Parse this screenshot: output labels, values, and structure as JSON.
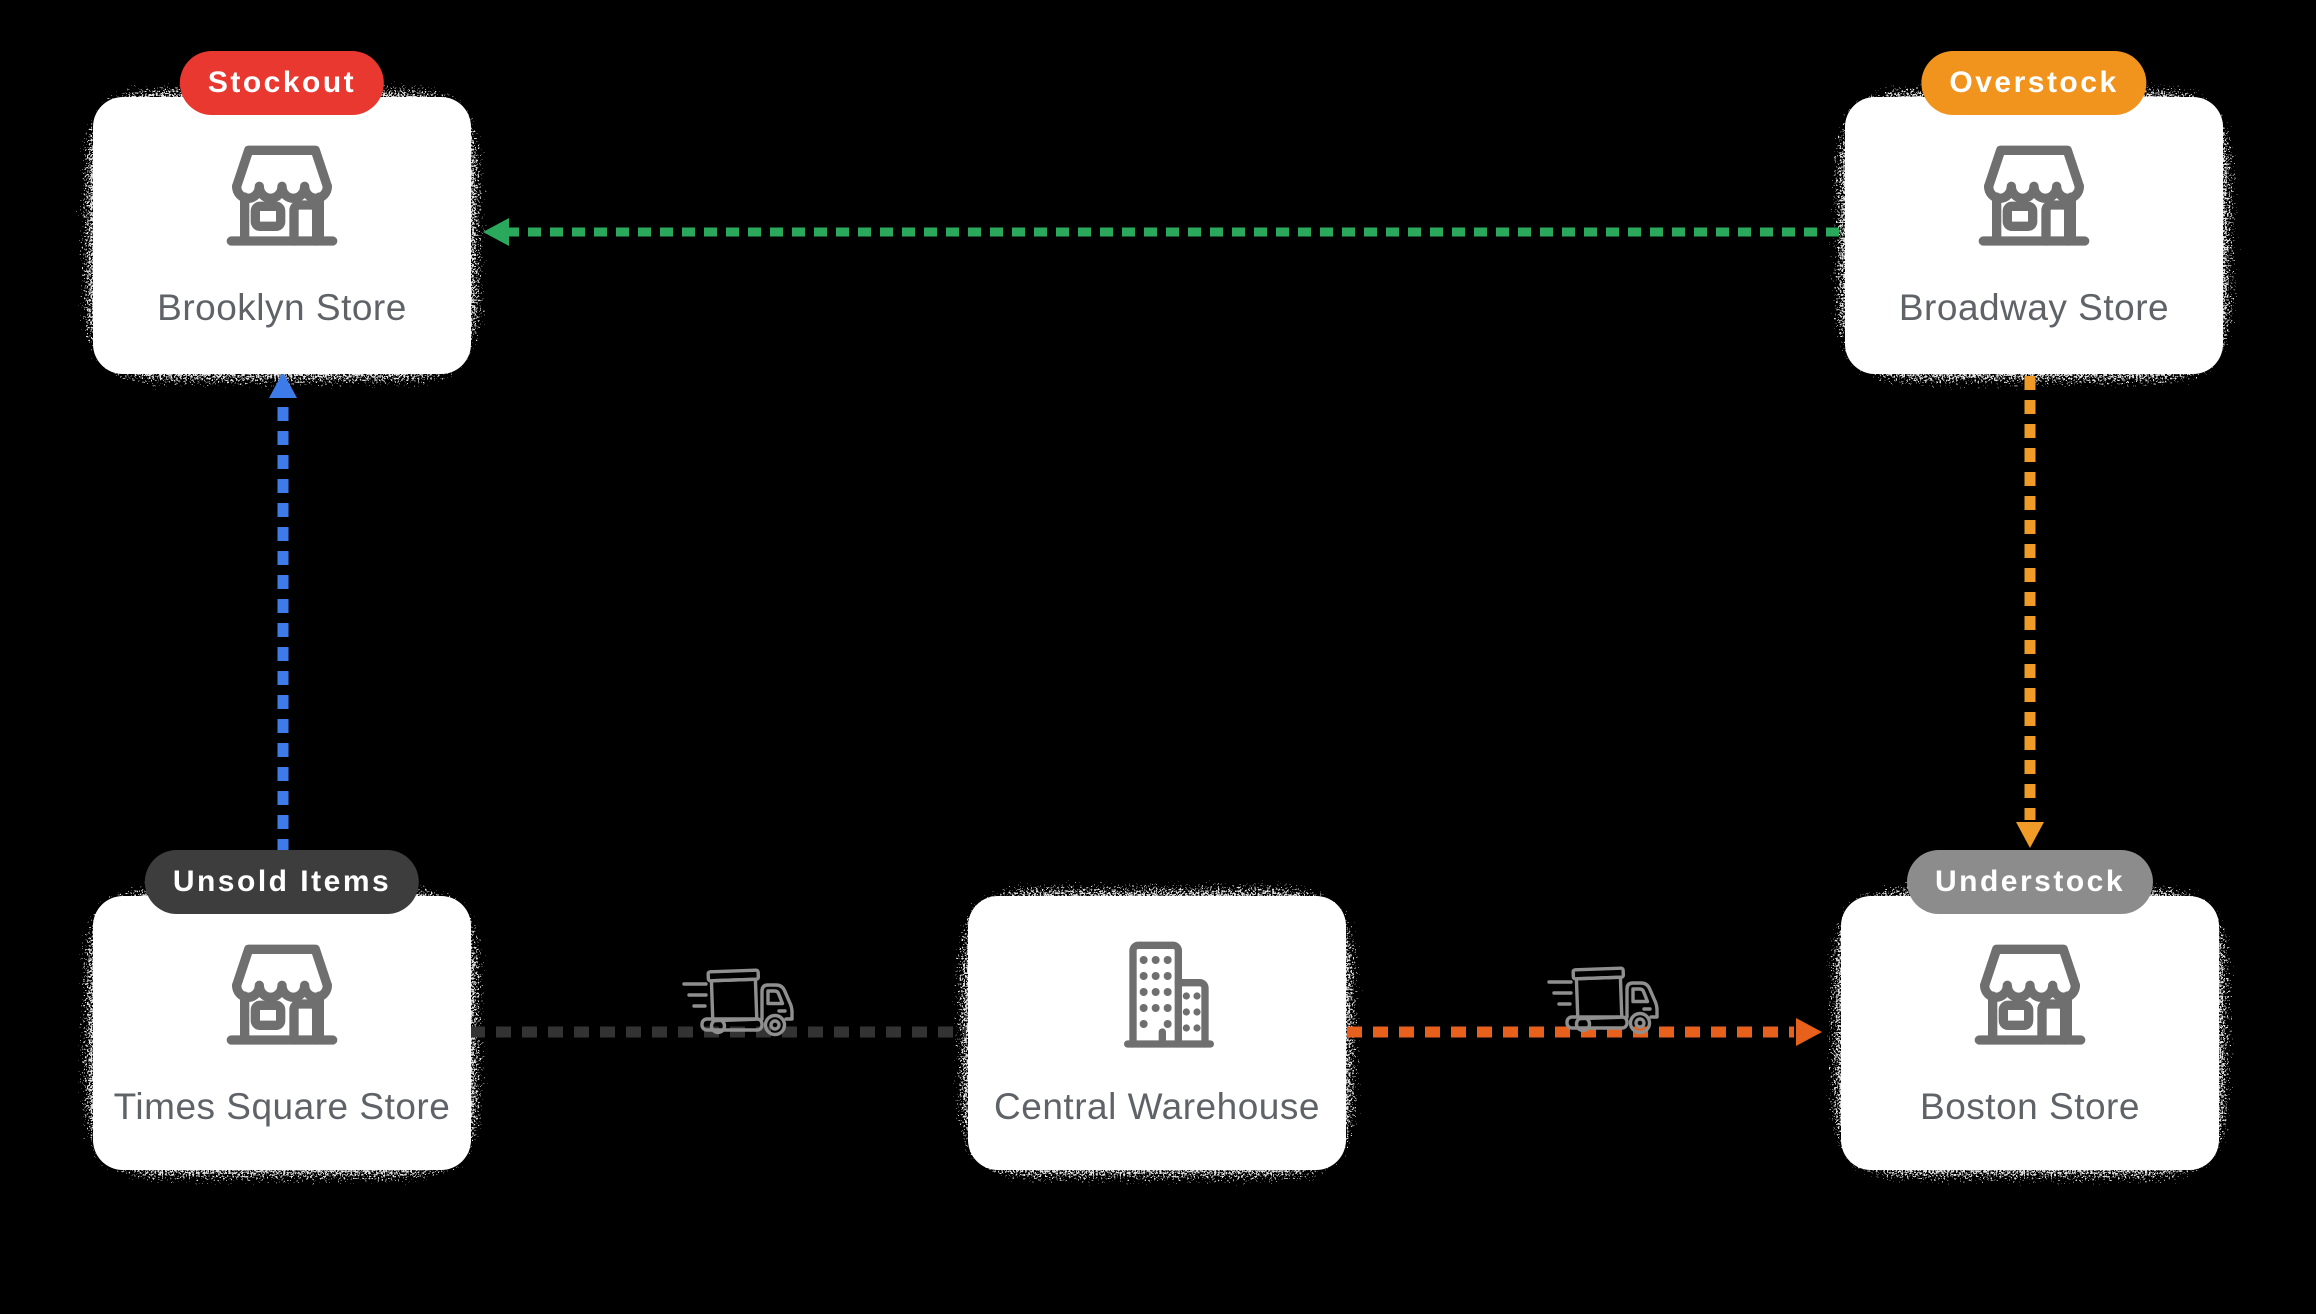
{
  "canvas": {
    "background_color": "#000000"
  },
  "nodes": [
    {
      "id": "brooklyn-store",
      "label": "Brooklyn Store",
      "icon": "storefront-icon",
      "badge": {
        "text": "Stockout",
        "status": "stockout",
        "bg_color": "#e8382f",
        "text_color": "#ffffff"
      }
    },
    {
      "id": "broadway-store",
      "label": "Broadway Store",
      "icon": "storefront-icon",
      "badge": {
        "text": "Overstock",
        "status": "overstock",
        "bg_color": "#f0941e",
        "text_color": "#ffffff"
      }
    },
    {
      "id": "times-square-store",
      "label": "Times Square Store",
      "icon": "storefront-icon",
      "badge": {
        "text": "Unsold Items",
        "status": "unsold-items",
        "bg_color": "#3d3d3d",
        "text_color": "#ffffff"
      }
    },
    {
      "id": "central-warehouse",
      "label": "Central Warehouse",
      "icon": "warehouse-buildings-icon",
      "badge": null
    },
    {
      "id": "boston-store",
      "label": "Boston Store",
      "icon": "storefront-icon",
      "badge": {
        "text": "Understock",
        "status": "understock",
        "bg_color": "#8c8c8c",
        "text_color": "#ffffff"
      }
    }
  ],
  "edges": [
    {
      "id": "broadway-to-brooklyn",
      "from": "broadway-store",
      "to": "brooklyn-store",
      "color": "#2aa95c",
      "line_style": "dashed",
      "arrowhead": "left"
    },
    {
      "id": "times-square-to-brooklyn",
      "from": "times-square-store",
      "to": "brooklyn-store",
      "color": "#3d7ce8",
      "line_style": "dashed",
      "arrowhead": "up"
    },
    {
      "id": "broadway-to-boston",
      "from": "broadway-store",
      "to": "boston-store",
      "color": "#f09a28",
      "line_style": "dashed",
      "arrowhead": "down"
    },
    {
      "id": "times-square-to-central-warehouse",
      "from": "times-square-store",
      "to": "central-warehouse",
      "color": "#333333",
      "line_style": "dashed",
      "arrowhead": "none",
      "icon": "delivery-truck-icon"
    },
    {
      "id": "central-warehouse-to-boston",
      "from": "central-warehouse",
      "to": "boston-store",
      "color": "#e8611c",
      "line_style": "dashed",
      "arrowhead": "right",
      "icon": "delivery-truck-icon"
    }
  ],
  "styles": {
    "card_bg": "#ffffff",
    "label_color": "#5f6368",
    "icon_color": "#6f6f6f",
    "truck_color": "#8f8f8f",
    "grain_glow": "#f2f2f2"
  }
}
